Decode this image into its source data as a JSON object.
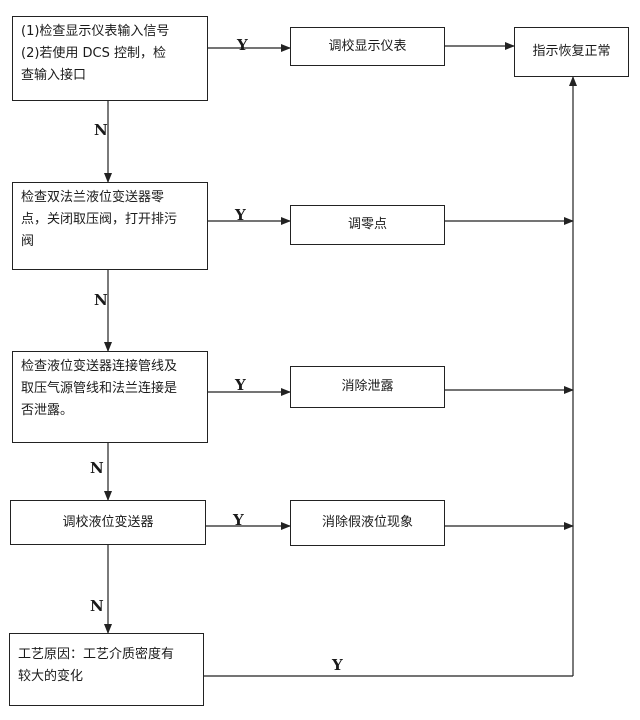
{
  "nodes": {
    "check_display_input": [
      "(1)检查显示仪表输入信号",
      "(2)若使用 DCS 控制，检",
      "查输入接口"
    ],
    "check_dp_zero": [
      "检查双法兰液位变送器零",
      "点，关闭取压阀，打开排污",
      "阀"
    ],
    "check_leak": [
      "检查液位变送器连接管线及",
      "取压气源管线和法兰连接是",
      "否泄露。"
    ],
    "calibrate_transmitter": "调校液位变送器",
    "process_cause": [
      "工艺原因：工艺介质密度有",
      "较大的变化"
    ],
    "calibrate_display": "调校显示仪表",
    "adjust_zero": "调零点",
    "eliminate_leak": "消除泄露",
    "eliminate_false_level": "消除假液位现象",
    "indication_normal": "指示恢复正常"
  },
  "labels": {
    "yes": "Y",
    "no": "N"
  }
}
